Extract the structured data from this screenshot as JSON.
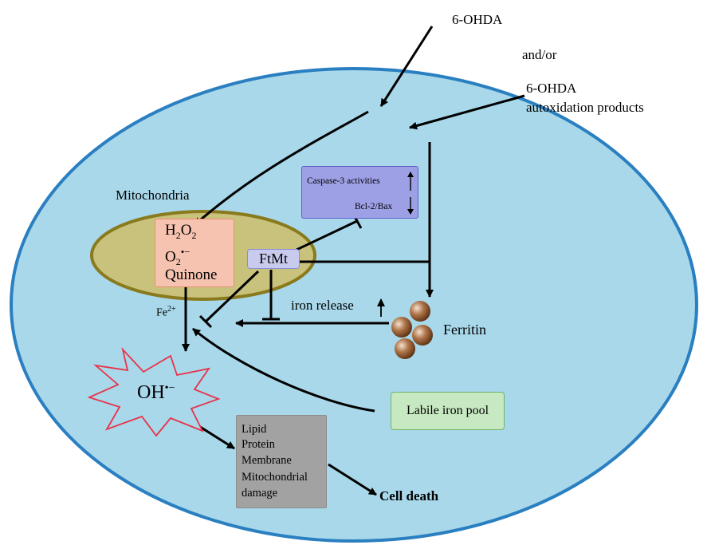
{
  "labels": {
    "ohda": "6-OHDA",
    "and_or": "and/or",
    "autox_line1": "6-OHDA",
    "autox_line2": "autoxidation products",
    "mitochondria": "Mitochondria",
    "quinone": "Quinone",
    "ftmt": "FtMt",
    "caspase": "Caspase-3 activities",
    "bcl2bax": "Bcl-2/Bax",
    "fe": "Fe",
    "fe_charge": "2+",
    "iron_release": "iron release",
    "ferritin": "Ferritin",
    "labile_iron_pool": "Labile iron pool",
    "oh_radical": "OH",
    "oh_charge": "•−",
    "cell_death": "Cell death"
  },
  "formulas": {
    "h2o2": [
      "H",
      "2",
      "O",
      "2"
    ],
    "superoxide": [
      "O",
      "2",
      "•−"
    ]
  },
  "damage_items": [
    "Lipid",
    "Protein",
    "Membrane",
    "Mitochondrial",
    "damage"
  ],
  "colors": {
    "cell_fill": "#a8d8ea",
    "cell_border": "#2a7fc1",
    "mito_fill": "#c9c27c",
    "mito_border": "#8a7a1e",
    "ros_box": "#f7c3b1",
    "ftmt_box": "#c9cbee",
    "caspase_box": "#9ea0e6",
    "labile_box": "#c7e9c1",
    "damage_box": "#a2a2a2",
    "oh_burst": "#e8334a",
    "ferritin_ball": "#8a5530"
  }
}
